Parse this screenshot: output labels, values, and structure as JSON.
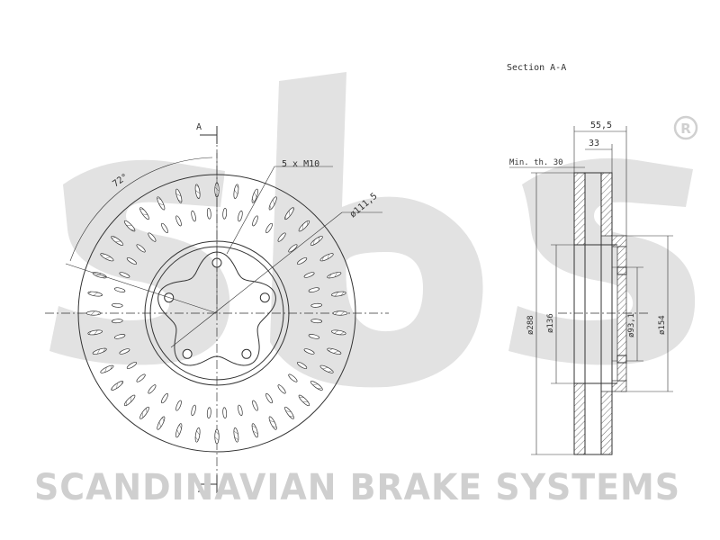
{
  "section_title": "Section A-A",
  "section_marker": "A",
  "front_view": {
    "angle_label": "72°",
    "bolt_label": "5 x M10",
    "pcd_label": "ø111,5"
  },
  "section_view": {
    "width_overall": "55,5",
    "width_inner": "33",
    "min_thickness": "Min. th. 30",
    "dia_outer": "ø288",
    "dia_136": "ø136",
    "dia_93": "ø93,1",
    "dia_154": "ø154"
  },
  "brand": {
    "name": "SCANDINAVIAN BRAKE SYSTEMS",
    "logo_mark": "sbs",
    "registered": "R"
  },
  "colors": {
    "line": "#333333",
    "watermark": "#e2e2e2",
    "brand_text": "#cfcfcf"
  }
}
